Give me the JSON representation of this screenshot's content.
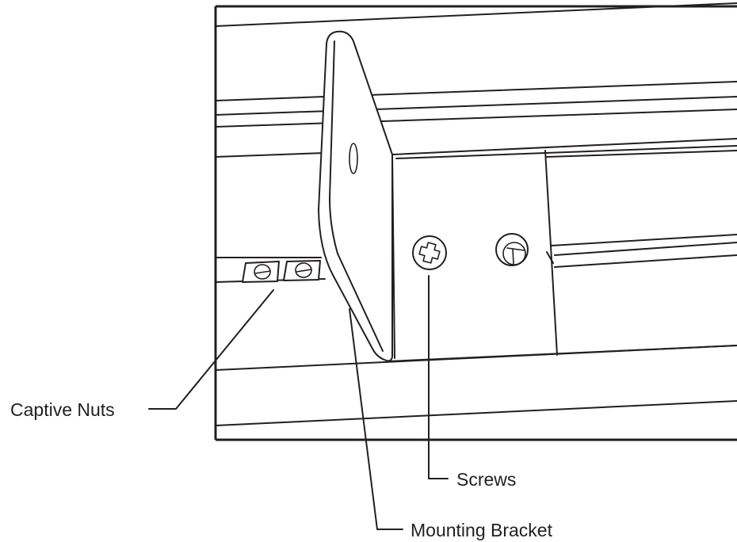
{
  "labels": {
    "captive_nuts": "Captive Nuts",
    "screws": "Screws",
    "mounting_bracket": "Mounting Bracket"
  },
  "colors": {
    "line": "#231f20",
    "background": "#ffffff"
  }
}
